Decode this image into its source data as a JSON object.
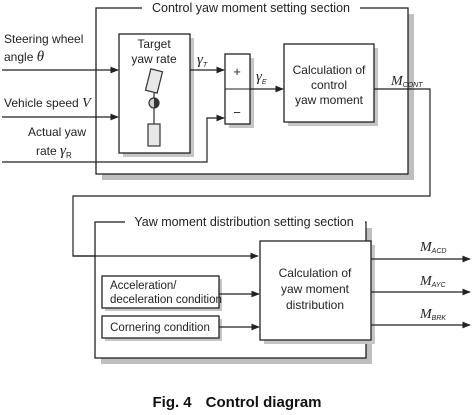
{
  "diagram": {
    "top_section_title": "Control yaw moment setting section",
    "bottom_section_title": "Yaw moment distribution setting section",
    "inputs": {
      "steering_line1": "Steering wheel",
      "steering_line2": "angle",
      "steering_symbol": "θ",
      "speed_label": "Vehicle speed",
      "speed_symbol": "V",
      "actual_line1": "Actual yaw",
      "actual_line2": "rate",
      "actual_symbol": "γ",
      "actual_sub": "R"
    },
    "target_block": {
      "line1": "Target",
      "line2": "yaw rate"
    },
    "signals": {
      "gamma_t_symbol": "γ",
      "gamma_t_sub": "T",
      "gamma_e_symbol": "γ",
      "gamma_e_sub": "E",
      "m_cont_symbol": "M",
      "m_cont_sub": "CONT"
    },
    "summing": {
      "plus": "+",
      "minus": "−"
    },
    "calc_control": {
      "line1": "Calculation of",
      "line2": "control",
      "line3": "yaw moment"
    },
    "accel_block": {
      "line1": "Acceleration/",
      "line2": "deceleration condition"
    },
    "cornering_block": {
      "label": "Cornering condition"
    },
    "calc_dist": {
      "line1": "Calculation of",
      "line2": "yaw moment",
      "line3": "distribution"
    },
    "outputs": [
      {
        "symbol": "M",
        "sub": "ACD"
      },
      {
        "symbol": "M",
        "sub": "AYC"
      },
      {
        "symbol": "M",
        "sub": "BRK"
      }
    ]
  },
  "caption": {
    "fig": "Fig. 4",
    "title": "Control diagram"
  }
}
